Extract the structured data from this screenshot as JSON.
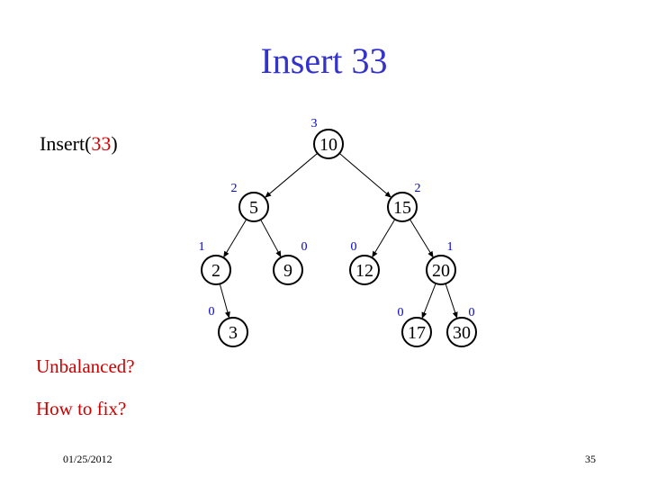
{
  "slide": {
    "title": "Insert 33",
    "insert_prefix": "Insert(",
    "insert_value": "33",
    "insert_suffix": ")",
    "question_1": "Unbalanced?",
    "question_2": "How to fix?",
    "date": "01/25/2012",
    "page_number": "35"
  },
  "tree": {
    "nodes": [
      {
        "id": "n10",
        "value": "10",
        "height": "3"
      },
      {
        "id": "n5",
        "value": "5",
        "height": "2"
      },
      {
        "id": "n15",
        "value": "15",
        "height": "2"
      },
      {
        "id": "n2",
        "value": "2",
        "height": "1"
      },
      {
        "id": "n9",
        "value": "9",
        "height": "0"
      },
      {
        "id": "n12",
        "value": "12",
        "height": "0"
      },
      {
        "id": "n20",
        "value": "20",
        "height": "1"
      },
      {
        "id": "n3",
        "value": "3",
        "height": "0"
      },
      {
        "id": "n17",
        "value": "17",
        "height": "0"
      },
      {
        "id": "n30",
        "value": "30",
        "height": "0"
      }
    ],
    "edges": [
      [
        "n10",
        "n5"
      ],
      [
        "n10",
        "n15"
      ],
      [
        "n5",
        "n2"
      ],
      [
        "n5",
        "n9"
      ],
      [
        "n15",
        "n12"
      ],
      [
        "n15",
        "n20"
      ],
      [
        "n2",
        "n3"
      ],
      [
        "n20",
        "n17"
      ],
      [
        "n20",
        "n30"
      ]
    ],
    "colors": {
      "height_label": "#0000cc",
      "title": "#3333cc",
      "highlight": "#cc0000"
    }
  }
}
